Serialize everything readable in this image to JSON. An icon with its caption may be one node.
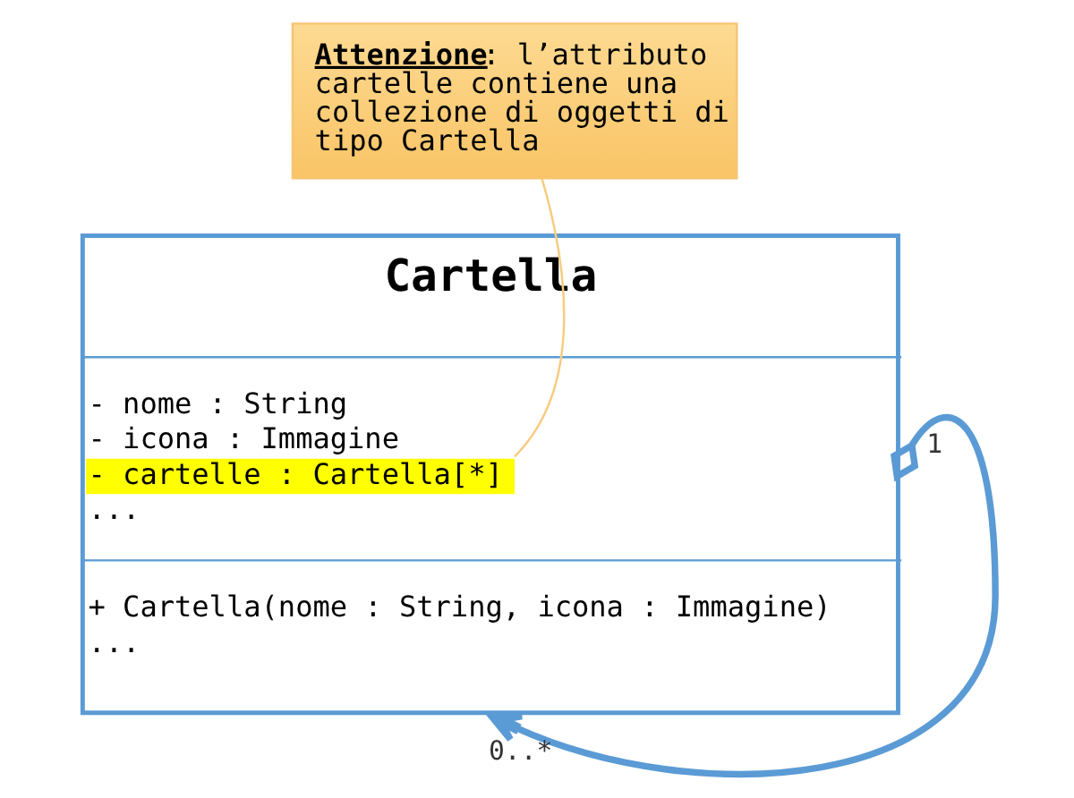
{
  "diagram": {
    "nodes": [
      {
        "text": [
          "**Attenzione**: l’attributo cartelle contiene una collezione di oggetti di tipo Cartella"
        ]
      },
      {
        "text": [
          "Cartella",
          "- nome : String",
          "- icona : Immagine",
          "- cartelle : Cartella[*]",
          "...",
          "+ Cartella(nome : String, icona : Immagine)",
          "..."
        ]
      }
    ],
    "edges": [
      {
        "from": 0,
        "to": 1,
        "arrow": "none",
        "color": "#f8cb80"
      },
      {
        "from": 1,
        "to": 1,
        "arrow": "to",
        "style": "thick",
        "color": "#5b9bd5"
      }
    ],
    "labels": [
      "1",
      "0..*"
    ]
  }
}
